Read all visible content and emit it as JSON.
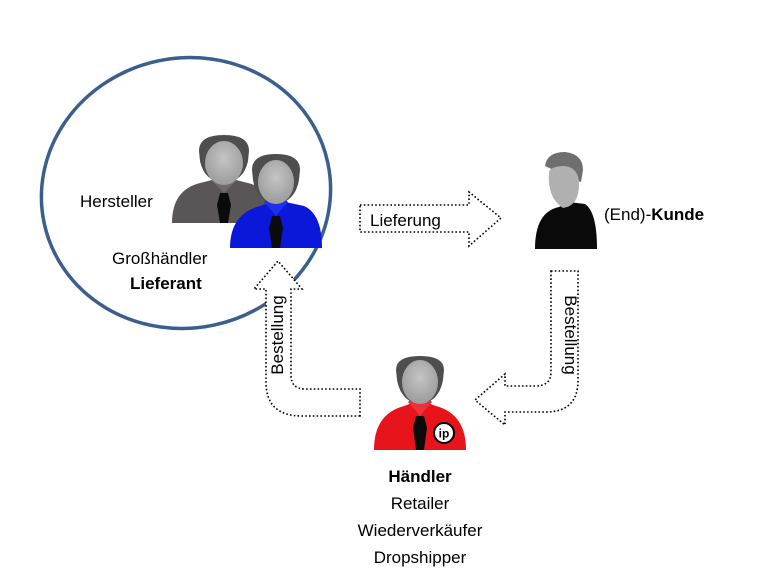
{
  "diagram": {
    "supplier_group": {
      "labels": {
        "manufacturer": "Hersteller",
        "wholesaler": "Großhändler",
        "supplier": "Lieferant"
      },
      "persons": [
        {
          "role": "manufacturer",
          "shirt_color": "#5a5658",
          "icon": "person-icon"
        },
        {
          "role": "supplier",
          "shirt_color": "#0b18d9",
          "icon": "person-icon"
        }
      ],
      "circle_color": "#3a5f8c"
    },
    "customer": {
      "label_prefix": "(End)-",
      "label_bold": "Kunde",
      "shirt_color": "#0a0a0a",
      "icon": "person-icon"
    },
    "retailer": {
      "label_bold": "Händler",
      "lines": [
        "Retailer",
        "Wiederverkäufer",
        "Dropshipper"
      ],
      "shirt_color": "#e8141c",
      "icon": "person-icon",
      "badge": "ip"
    },
    "arrows": {
      "delivery": {
        "label": "Lieferung",
        "from": "supplier",
        "to": "customer"
      },
      "order_customer": {
        "label": "Bestellung",
        "from": "customer",
        "to": "retailer"
      },
      "order_retailer": {
        "label": "Bestellung",
        "from": "retailer",
        "to": "supplier"
      }
    }
  }
}
